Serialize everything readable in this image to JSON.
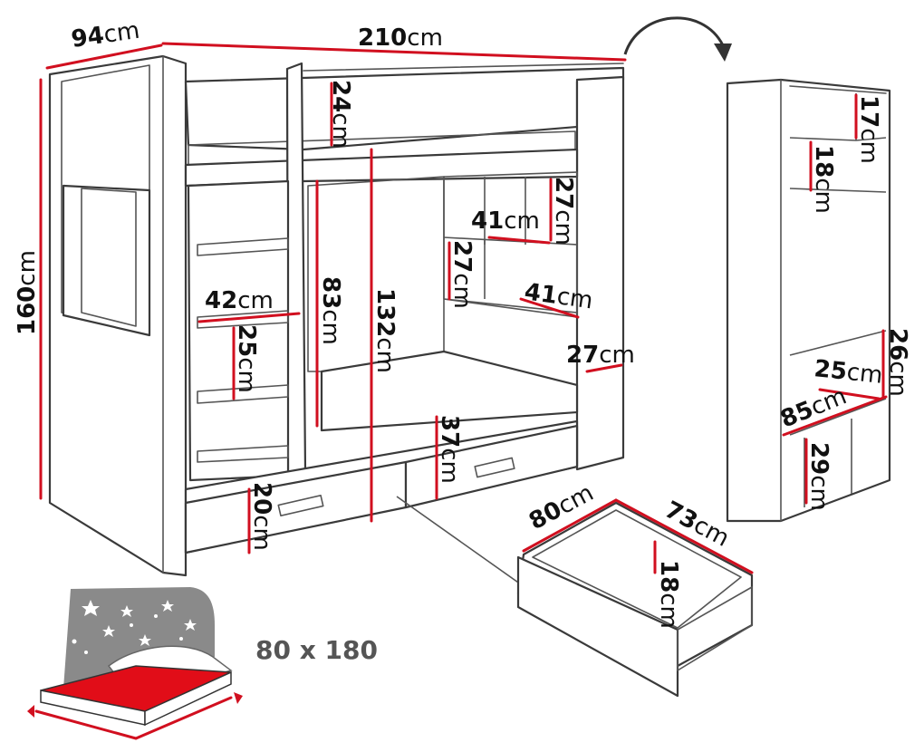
{
  "dimensions": {
    "depth": {
      "value": "94",
      "unit": "cm"
    },
    "length": {
      "value": "210",
      "unit": "cm"
    },
    "height": {
      "value": "160",
      "unit": "cm"
    },
    "guard_top": {
      "value": "24",
      "unit": "cm"
    },
    "shelf_top": {
      "value": "27",
      "unit": "cm"
    },
    "shelf_width_a": {
      "value": "41",
      "unit": "cm"
    },
    "shelf_mid": {
      "value": "27",
      "unit": "cm"
    },
    "shelf_width_b": {
      "value": "41",
      "unit": "cm"
    },
    "ladder_width": {
      "value": "42",
      "unit": "cm"
    },
    "step_height": {
      "value": "25",
      "unit": "cm"
    },
    "lower_clearance": {
      "value": "83",
      "unit": "cm"
    },
    "top_bunk_height": {
      "value": "132",
      "unit": "cm"
    },
    "end_depth": {
      "value": "27",
      "unit": "cm"
    },
    "drawer_front": {
      "value": "37",
      "unit": "cm"
    },
    "drawer_height": {
      "value": "20",
      "unit": "cm"
    },
    "side_shelf_a": {
      "value": "17",
      "unit": "cm"
    },
    "side_shelf_b": {
      "value": "18",
      "unit": "cm"
    },
    "side_shelf_c": {
      "value": "26",
      "unit": "cm"
    },
    "side_shelf_d": {
      "value": "25",
      "unit": "cm"
    },
    "side_width": {
      "value": "85",
      "unit": "cm"
    },
    "side_shelf_e": {
      "value": "29",
      "unit": "cm"
    },
    "drawer_depth": {
      "value": "80",
      "unit": "cm"
    },
    "drawer_width": {
      "value": "73",
      "unit": "cm"
    },
    "drawer_inner": {
      "value": "18",
      "unit": "cm"
    }
  },
  "mattress": {
    "label": "80 x 180"
  },
  "icons": {
    "rotate": "rotate-arrow-icon",
    "mattress": "mattress-icon"
  },
  "colors": {
    "dimension": "#d10f1f",
    "outline": "#3a3a3a"
  }
}
